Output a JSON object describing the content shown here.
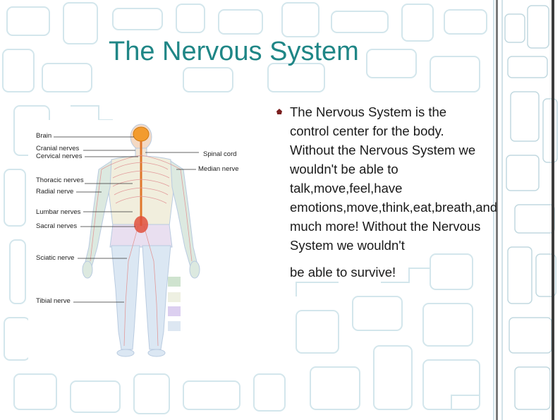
{
  "slide": {
    "title": "The Nervous System",
    "body_paragraph": "The Nervous System is the control center for the body. Without the Nervous System we wouldn't be able to talk,move,feel,have emotions,move,think,eat,breath,and much more! Without the Nervous System we wouldn't",
    "body_continuation": "be able to survive!"
  },
  "figure": {
    "labels": {
      "brain": "Brain",
      "cranial_nerves": "Cranial nerves",
      "cervical_nerves": "Cervical nerves",
      "thoracic_nerves": "Thoracic nerves",
      "radial_nerve": "Radial nerve",
      "lumbar_nerves": "Lumbar nerves",
      "sacral_nerves": "Sacral nerves",
      "sciatic_nerve": "Sciatic nerve",
      "tibial_nerve": "Tibial nerve",
      "spinal_cord": "Spinal cord",
      "median_nerve": "Median nerve"
    },
    "legend_swatch_colors": [
      "#cfe3cf",
      "#eef0e2",
      "#dccff0",
      "#dde7f2"
    ]
  },
  "colors": {
    "title": "#1f8686",
    "bullet": "#7a1e1e",
    "body_text": "#1a1a1a",
    "background_pattern": "#d3e6ec"
  }
}
